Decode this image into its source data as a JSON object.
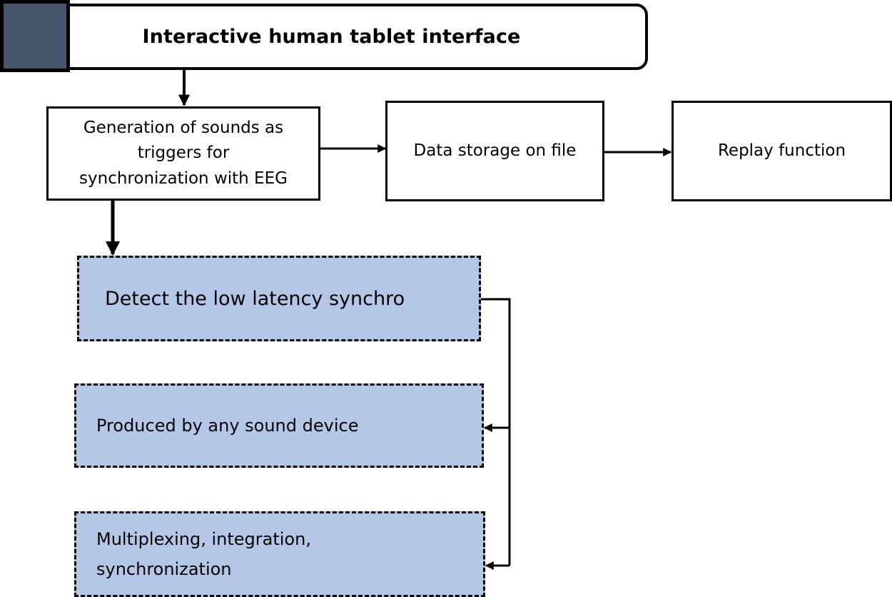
{
  "diagram": {
    "title": "Interactive human tablet interface",
    "nodes": {
      "generation": {
        "lines": [
          "Generation of sounds as",
          "triggers for",
          "synchronization with EEG"
        ]
      },
      "storage": {
        "label": "Data storage on file"
      },
      "replay": {
        "label": "Replay function"
      },
      "detect": {
        "label": "Detect the low latency synchro"
      },
      "produced": {
        "label": "Produced by any sound device"
      },
      "multiplex": {
        "lines": [
          "Multiplexing, integration,",
          "synchronization"
        ]
      }
    },
    "edges": [
      {
        "from": "title",
        "to": "generation"
      },
      {
        "from": "generation",
        "to": "storage"
      },
      {
        "from": "storage",
        "to": "replay"
      },
      {
        "from": "generation",
        "to": "detect"
      },
      {
        "from": "detect",
        "to": "produced"
      },
      {
        "from": "detect",
        "to": "multiplex"
      }
    ],
    "colors": {
      "corner_swatch": "#44546a",
      "dashed_fill": "#b4c7e7",
      "stroke": "#000000",
      "background": "#ffffff"
    }
  }
}
